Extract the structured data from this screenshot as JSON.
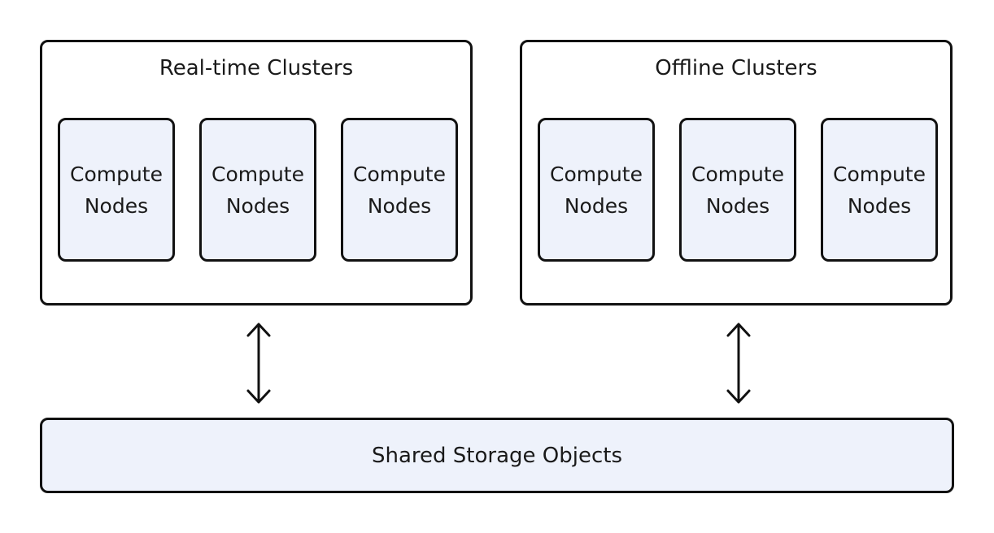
{
  "clusters": [
    {
      "title": "Real-time Clusters",
      "nodes": [
        {
          "line1": "Compute",
          "line2": "Nodes"
        },
        {
          "line1": "Compute",
          "line2": "Nodes"
        },
        {
          "line1": "Compute",
          "line2": "Nodes"
        }
      ]
    },
    {
      "title": "Offline Clusters",
      "nodes": [
        {
          "line1": "Compute",
          "line2": "Nodes"
        },
        {
          "line1": "Compute",
          "line2": "Nodes"
        },
        {
          "line1": "Compute",
          "line2": "Nodes"
        }
      ]
    }
  ],
  "storage": {
    "label": "Shared Storage Objects"
  },
  "colors": {
    "border": "#111111",
    "box_fill": "#eef2fb",
    "background": "#ffffff"
  },
  "icons": {
    "connector": "double-headed-vertical-arrow"
  }
}
